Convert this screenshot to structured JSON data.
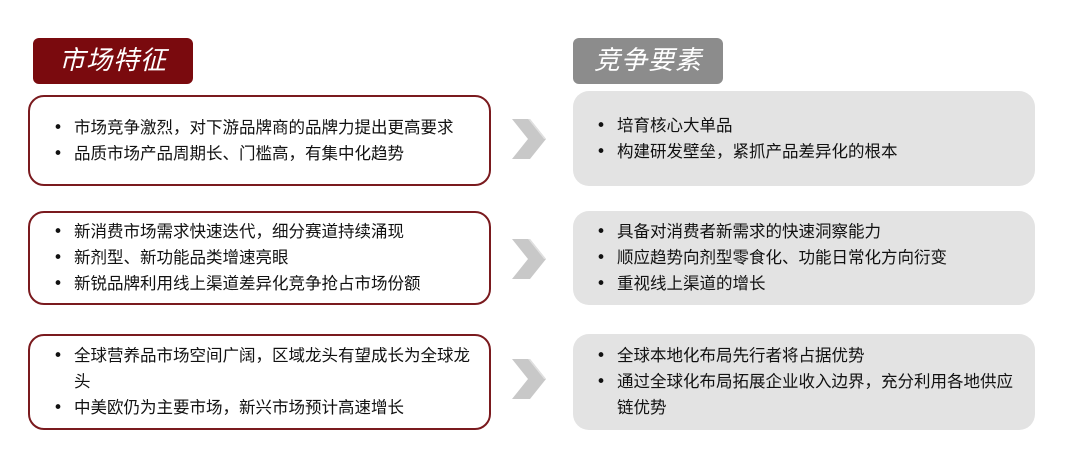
{
  "headers": {
    "left": "市场特征",
    "right": "竞争要素"
  },
  "rows": [
    {
      "left": [
        "市场竞争激烈，对下游品牌商的品牌力提出更高要求",
        "品质市场产品周期长、门槛高，有集中化趋势"
      ],
      "right": [
        "培育核心大单品",
        "构建研发壁垒，紧抓产品差异化的根本"
      ]
    },
    {
      "left": [
        "新消费市场需求快速迭代，细分赛道持续涌现",
        "新剂型、新功能品类增速亮眼",
        "新锐品牌利用线上渠道差异化竞争抢占市场份额"
      ],
      "right": [
        "具备对消费者新需求的快速洞察能力",
        "顺应趋势向剂型零食化、功能日常化方向衍变",
        "重视线上渠道的增长"
      ]
    },
    {
      "left": [
        "全球营养品市场空间广阔，区域龙头有望成长为全球龙头",
        "中美欧仍为主要市场，新兴市场预计高速增长"
      ],
      "right": [
        "全球本地化布局先行者将占据优势",
        "通过全球化布局拓展企业收入边界，充分利用各地供应链优势"
      ]
    }
  ],
  "bullet_symbol": "•",
  "colors": {
    "left_accent": "#7a0a0e",
    "right_accent": "#8c8c8c",
    "right_box_fill": "#e3e3e3",
    "arrow": "#c8c8c8"
  }
}
